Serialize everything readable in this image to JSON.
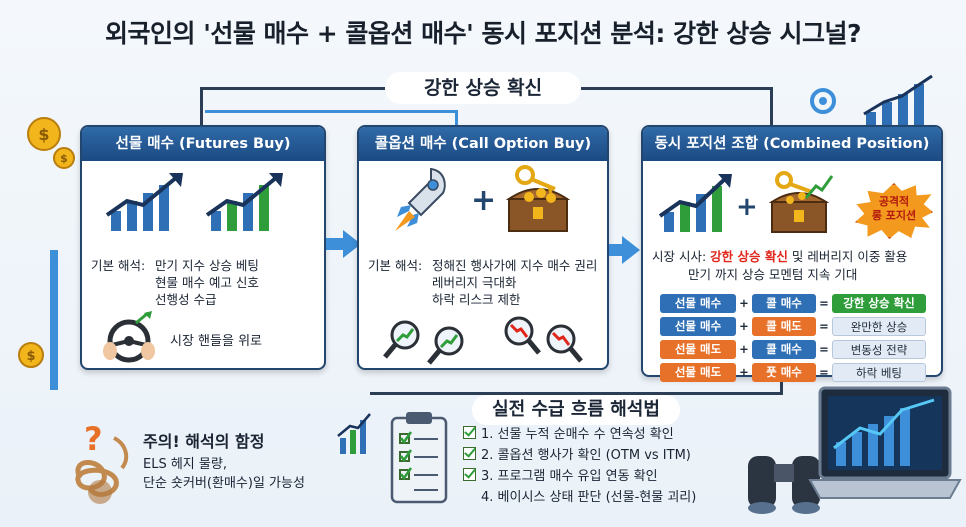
{
  "title": "외국인의 '선물 매수 + 콜옵션 매수' 동시 포지션 분석: 강한 상승 시그널?",
  "top_banner": "강한 상승 확신",
  "cards": {
    "futures": {
      "header": "선물 매수 (Futures Buy)",
      "analysis_label": "기본 해석:",
      "lines": [
        "만기 지수 상승 베팅",
        "현물 매수 예고 신호",
        "선행성 수급"
      ],
      "steering": "시장 핸들을 위로"
    },
    "call": {
      "header": "콜옵션 매수 (Call Option Buy)",
      "analysis_label": "기본 해석:",
      "lines": [
        "정해진 행사가에 지수 매수 권리",
        "레버리지 극대화",
        "하락 리스크 제한"
      ]
    },
    "combined": {
      "header": "동시 포지션 조합 (Combined Position)",
      "burst": [
        "공격적",
        "롱 포지션"
      ],
      "implication_label": "시장 시사:",
      "implication_highlight": "강한 상승 확신",
      "implication_rest": "및 레버리지 이중 활용",
      "implication_line2": "만기 까지 상승 모멘텀 지속 기대",
      "combos": [
        {
          "a": "선물 매수",
          "op1": "+",
          "b": "콜 매수",
          "op2": "=",
          "result": "강한 상승 확신",
          "a_color": "#2e6fb5",
          "b_color": "#2e6fb5",
          "result_color": "#2f9d3a"
        },
        {
          "a": "선물 매수",
          "op1": "+",
          "b": "콜 매도",
          "op2": "=",
          "result": "완만한 상승",
          "a_color": "#2e6fb5",
          "b_color": "#e8712a",
          "result_color": "#e2ebf5"
        },
        {
          "a": "선물 매도",
          "op1": "+",
          "b": "콜 매수",
          "op2": "=",
          "result": "변동성 전략",
          "a_color": "#e8712a",
          "b_color": "#2e6fb5",
          "result_color": "#e2ebf5"
        },
        {
          "a": "선물 매도",
          "op1": "+",
          "b": "풋 매수",
          "op2": "=",
          "result": "하락 베팅",
          "a_color": "#e8712a",
          "b_color": "#e8712a",
          "result_color": "#e2ebf5"
        }
      ]
    }
  },
  "practical": {
    "title": "실전 수급 흐름 해석법",
    "items": [
      "1. 선물 누적 순매수 수 연속성 확인",
      "2. 콜옵션 행사가 확인 (OTM vs ITM)",
      "3. 프로그램 매수 유입 연동 확인",
      "4. 베이시스 상태 판단 (선물-현물 괴리)"
    ]
  },
  "warning": {
    "title": "주의! 해석의 함정",
    "lines": [
      "ELS 헤지 물량,",
      "단순 숏커버(환매수)일 가능성"
    ]
  },
  "colors": {
    "navy": "#23466f",
    "accent_blue": "#3d8fd9",
    "buy_blue": "#2e6fb5",
    "sell_orange": "#e8712a",
    "green": "#2f9d3a",
    "red": "#e0261b"
  }
}
